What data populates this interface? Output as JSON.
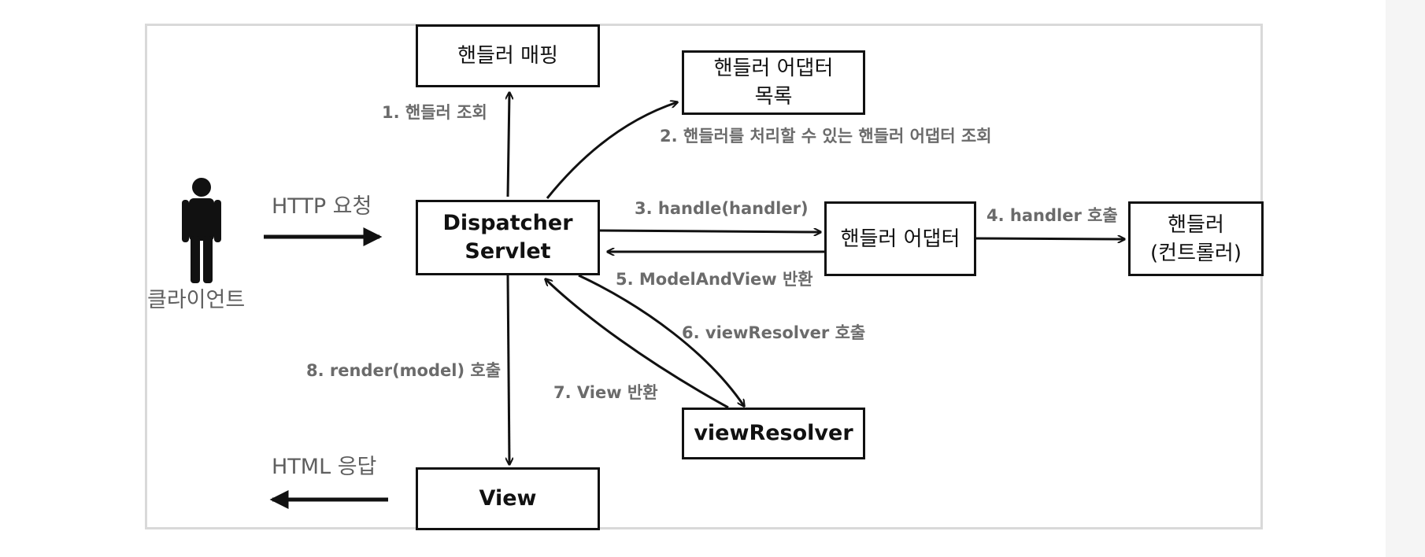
{
  "diagram": {
    "nodes": {
      "handler_mapping": "핸들러 매핑",
      "handler_adapter_list": "핸들러 어댑터\n목록",
      "dispatcher_servlet": "Dispatcher\nServlet",
      "handler_adapter": "핸들러 어댑터",
      "handler": "핸들러\n(컨트롤러)",
      "view_resolver": "viewResolver",
      "view": "View"
    },
    "actor": {
      "label": "클라이언트"
    },
    "edges": {
      "request": "HTTP 요청",
      "response": "HTML 응답",
      "step1": "1. 핸들러 조회",
      "step2": "2. 핸들러를 처리할 수 있는 핸들러 어댑터 조회",
      "step3": "3. handle(handler)",
      "step4": "4. handler 호출",
      "step5": "5. ModelAndView 반환",
      "step6": "6. viewResolver 호출",
      "step7": "7. View 반환",
      "step8": "8. render(model) 호출"
    }
  }
}
